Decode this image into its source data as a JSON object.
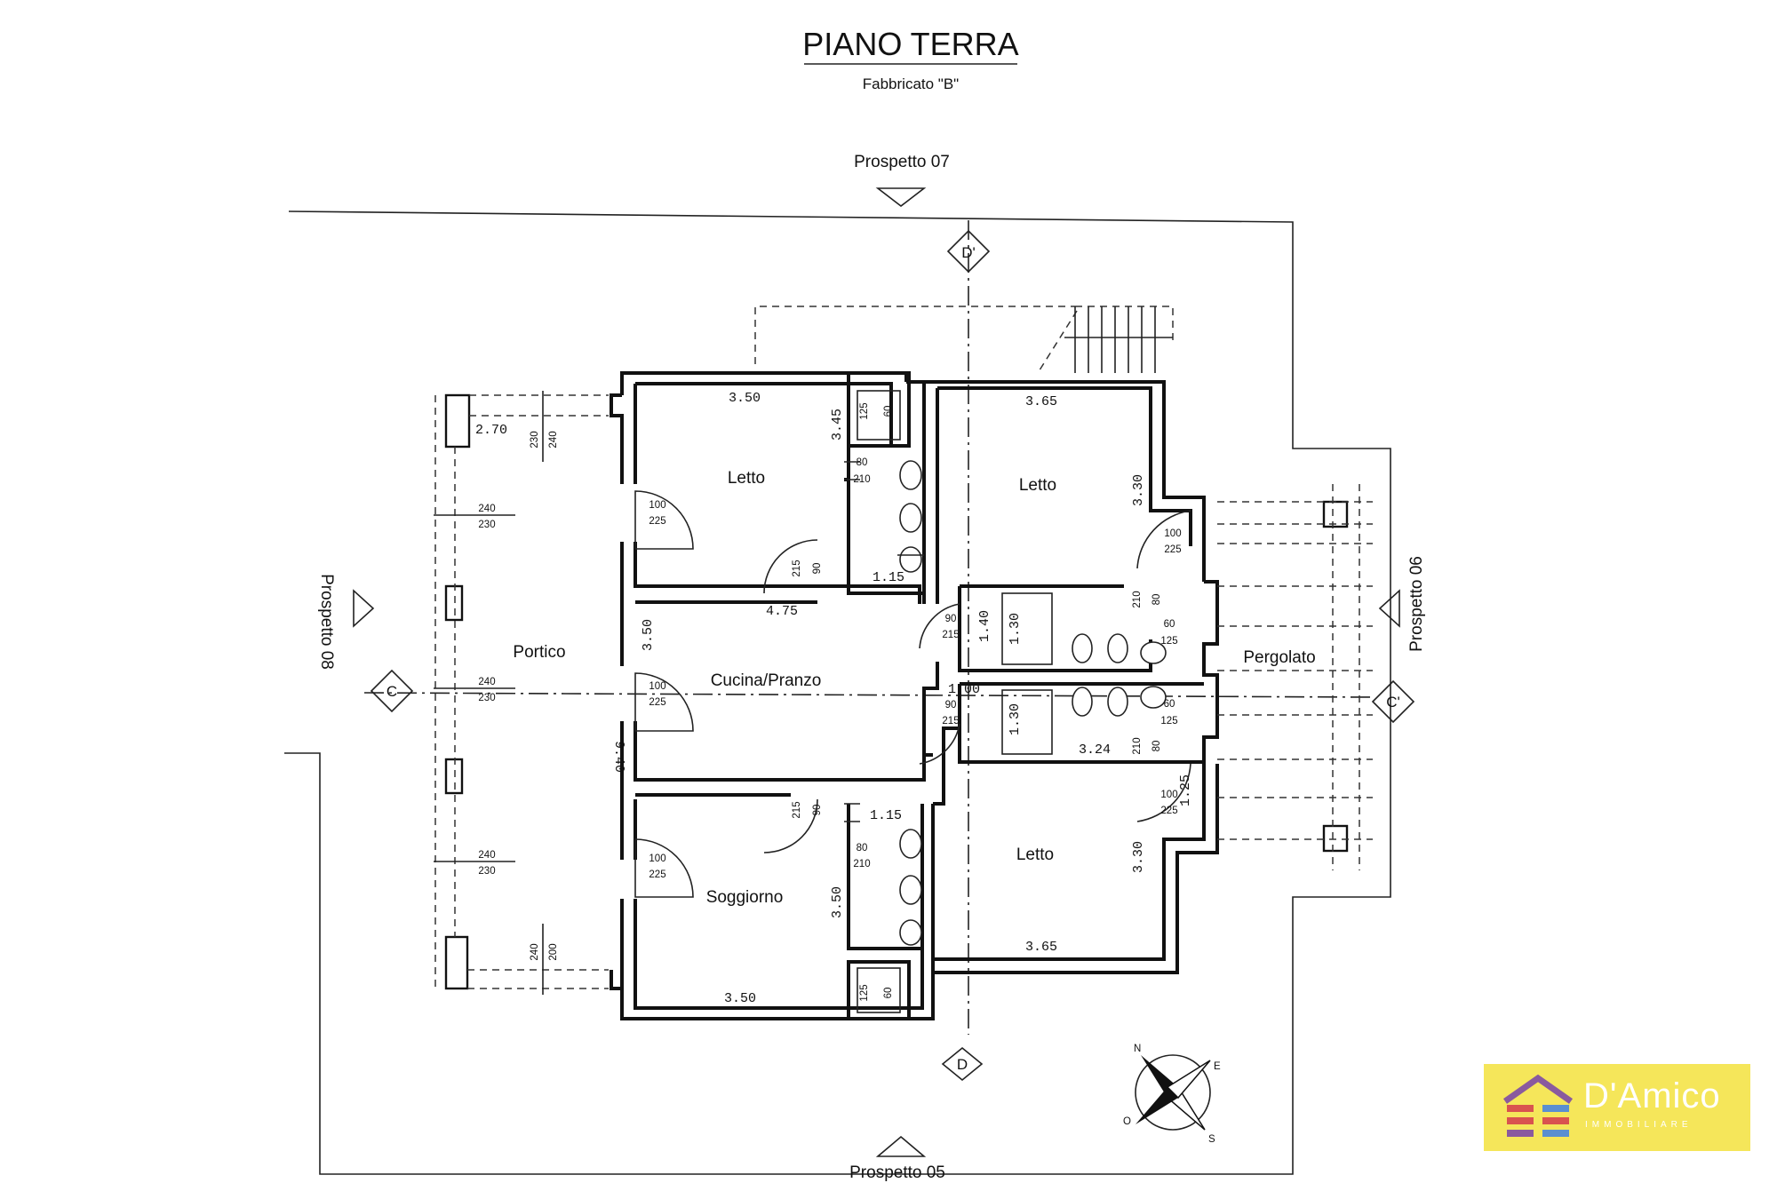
{
  "title": "PIANO TERRA",
  "subtitle": "Fabbricato \"B\"",
  "prospetti": {
    "north": "Prospetto 07",
    "south": "Prospetto 05",
    "east": "Prospetto 06",
    "west": "Prospetto 08"
  },
  "sections": {
    "top": "D'",
    "bottom": "D",
    "left": "C",
    "right": "C'"
  },
  "rooms": {
    "portico": "Portico",
    "letto_nw": "Letto",
    "letto_ne": "Letto",
    "letto_se": "Letto",
    "cucina": "Cucina/Pranzo",
    "soggiorno": "Soggiorno",
    "pergolato": "Pergolato"
  },
  "dimensions": {
    "d_350_top": "3.50",
    "d_365_top": "3.65",
    "d_270": "2.70",
    "d_345": "3.45",
    "d_330_top": "3.30",
    "d_115_top": "1.15",
    "d_475": "4.75",
    "d_350_left": "3.50",
    "d_140": "1.40",
    "d_130_a": "1.30",
    "d_100": "1.00",
    "d_130_b": "1.30",
    "d_324": "3.24",
    "d_940": "9.40",
    "d_115_bot": "1.15",
    "d_350_mid": "3.50",
    "d_330_bot": "3.30",
    "d_365_bot": "3.65",
    "d_350_bot": "3.50",
    "d_125": "1.25"
  },
  "openings": {
    "o_240a": "240",
    "o_230a": "230",
    "o_240b": "240",
    "o_230b": "230",
    "o_240c": "240",
    "o_230c": "230",
    "o_240d": "240",
    "o_230d": "230",
    "o_240e": "240",
    "o_200e": "200",
    "o_100a": "100",
    "o_225a": "225",
    "o_100b": "100",
    "o_225b": "225",
    "o_100c": "100",
    "o_225c": "225",
    "o_100d": "100",
    "o_225d": "225",
    "o_100e": "100",
    "o_225e": "225",
    "o_80a": "80",
    "o_210a": "210",
    "o_80b": "80",
    "o_210b": "210",
    "o_80c": "80",
    "o_210c": "210",
    "o_80d": "80",
    "o_210d": "210",
    "o_90a": "90",
    "o_215a": "215",
    "o_90b": "90",
    "o_215b": "215",
    "o_90c": "90",
    "o_215c": "215",
    "o_90d": "90",
    "o_215d": "215",
    "o_60a": "60",
    "o_125a": "125",
    "o_60b": "60",
    "o_125b": "125",
    "o_60c": "60",
    "o_125c": "125",
    "o_60d": "60",
    "o_125d": "125"
  },
  "compass": {
    "n": "N",
    "e": "E",
    "s": "S",
    "o": "O"
  },
  "logo": {
    "brand": "D'Amico",
    "tagline": "IMMOBILIARE"
  },
  "colors": {
    "ink": "#111111",
    "logo_bg": "#f5e65a",
    "logo_red": "#d9534f",
    "logo_purple": "#8a5a9e",
    "logo_blue": "#5a8fd0"
  }
}
